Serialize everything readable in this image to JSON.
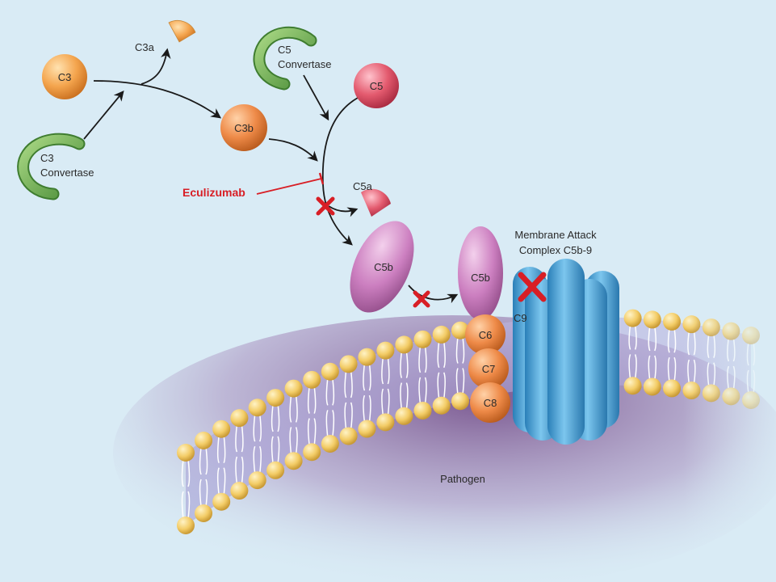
{
  "labels": {
    "c3": "C3",
    "c3a": "C3a",
    "c3b": "C3b",
    "c3_convertase_1": "C3",
    "c3_convertase_2": "Convertase",
    "c5_convertase_1": "C5",
    "c5_convertase_2": "Convertase",
    "c5": "C5",
    "c5a": "C5a",
    "c5b_free": "C5b",
    "c5b_bound": "C5b",
    "c6": "C6",
    "c7": "C7",
    "c8": "C8",
    "c9": "C9",
    "mac_1": "Membrane Attack",
    "mac_2": "Complex C5b-9",
    "eculizumab": "Eculizumab",
    "pathogen": "Pathogen"
  },
  "colors": {
    "background": "#d9ebf5",
    "orange": "#f0a050",
    "green": "#7ab45a",
    "red_c5": "#e0566a",
    "magenta": "#c77bb8",
    "blue_mac": "#4aa3d6",
    "lipid_head": "#f3cf70",
    "inhibit_red": "#d81e25"
  }
}
